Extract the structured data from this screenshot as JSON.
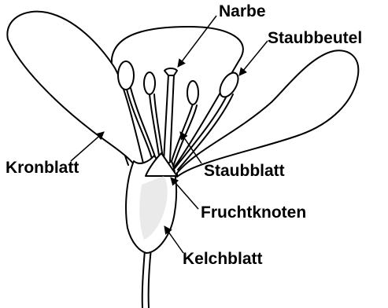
{
  "labels": {
    "narbe": "Narbe",
    "staubbeutel": "Staubbeutel",
    "kronblatt": "Kronblatt",
    "staubblatt": "Staubblatt",
    "fruchtknoten": "Fruchtknoten",
    "kelchblatt": "Kelchblatt"
  },
  "colors": {
    "line": "#000000",
    "background": "#ffffff",
    "shading": "#d8d8d8"
  }
}
